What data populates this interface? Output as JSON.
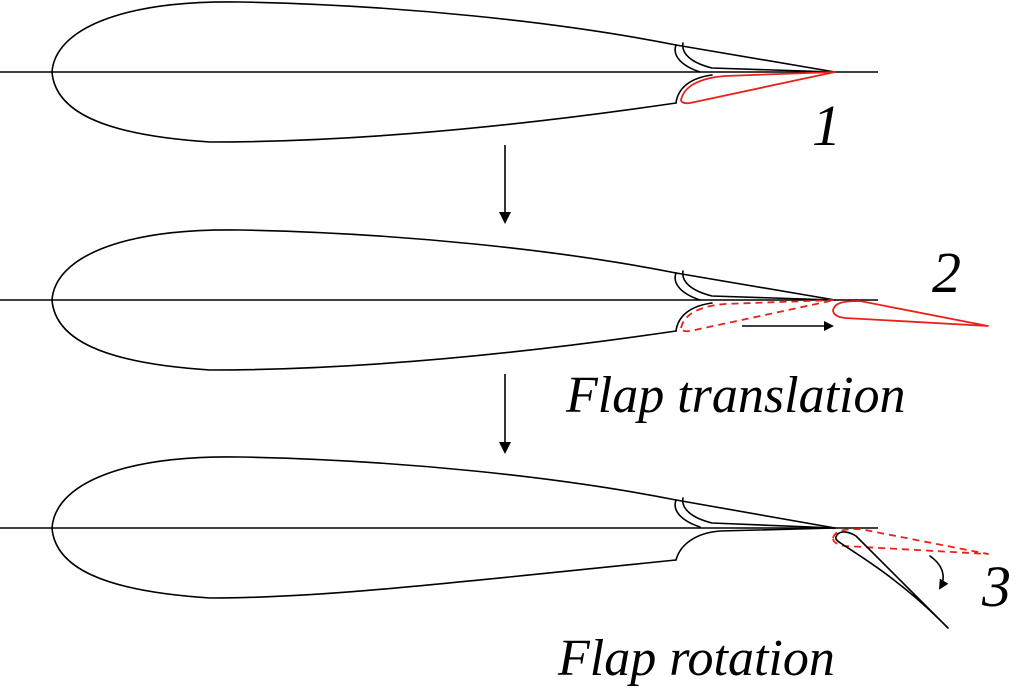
{
  "stages": [
    {
      "number": "1",
      "caption": ""
    },
    {
      "number": "2",
      "caption": "Flap translation"
    },
    {
      "number": "3",
      "caption": "Flap rotation"
    }
  ],
  "colors": {
    "outline": "#000000",
    "flap_highlight": "#e8221a"
  }
}
